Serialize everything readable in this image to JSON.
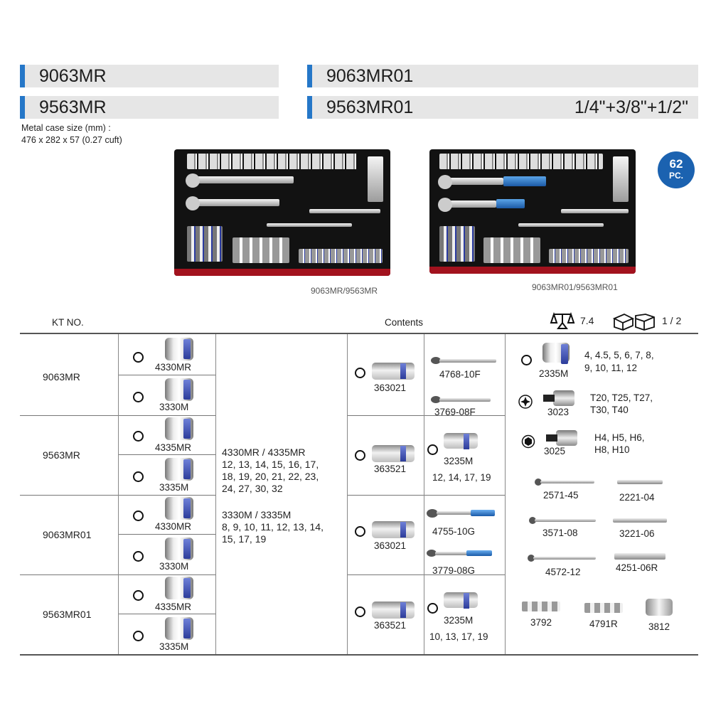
{
  "headers": {
    "left_1": "9063MR",
    "left_2": "9563MR",
    "right_1": "9063MR01",
    "right_2": "9563MR01",
    "right_2_drive": "1/4\"+3/8\"+1/2\""
  },
  "case_info": {
    "line1": "Metal case size (mm) :",
    "line2": "476 x 282 x 57 (0.27 cuft)"
  },
  "badge": {
    "count": "62",
    "unit": "PC."
  },
  "captions": {
    "left": "9063MR/9563MR",
    "right": "9063MR01/9563MR01"
  },
  "table": {
    "col_kt": "KT NO.",
    "col_contents": "Contents",
    "weight": "7.4",
    "pack": "1 / 2",
    "models": [
      "9063MR",
      "9563MR",
      "9063MR01",
      "9563MR01"
    ],
    "socket_codes": [
      "4330MR",
      "3330M",
      "4335MR",
      "3335M",
      "4330MR",
      "3330M",
      "4335MR",
      "3335M"
    ],
    "sizes_a_title": "4330MR / 4335MR",
    "sizes_a_1": "12, 13, 14, 15, 16, 17,",
    "sizes_a_2": "18, 19, 20, 21, 22, 23,",
    "sizes_a_3": "24, 27, 30, 32",
    "sizes_b_title": "3330M / 3335M",
    "sizes_b_1": "8, 9, 10, 11, 12, 13, 14,",
    "sizes_b_2": "15, 17, 19",
    "spark": [
      "363021",
      "363521",
      "363021",
      "363521"
    ],
    "r1_tool1": "4768-10F",
    "r1_tool2": "3769-08F",
    "r2_tool": "3235M",
    "r2_sizes": "12, 14, 17, 19",
    "r3_tool1": "4755-10G",
    "r3_tool2": "3779-08G",
    "r4_tool": "3235M",
    "r4_sizes": "10, 13, 17, 19",
    "c_2335": "2335M",
    "c_2335_s1": "4, 4.5, 5, 6, 7, 8,",
    "c_2335_s2": "9, 10, 11, 12",
    "c_3023": "3023",
    "c_3023_s1": "T20, T25, T27,",
    "c_3023_s2": "T30, T40",
    "c_3025": "3025",
    "c_3025_s1": "H4, H5, H6,",
    "c_3025_s2": "H8, H10",
    "c_2571": "2571-45",
    "c_2221": "2221-04",
    "c_3571": "3571-08",
    "c_3221": "3221-06",
    "c_4572": "4572-12",
    "c_4251": "4251-06R",
    "c_3792": "3792",
    "c_4791": "4791R",
    "c_3812": "3812"
  }
}
